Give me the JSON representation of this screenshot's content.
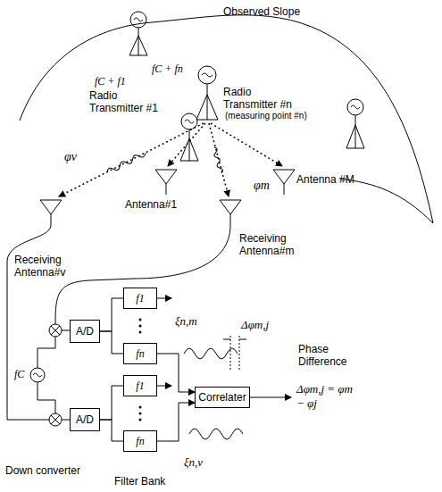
{
  "diagram": {
    "nodes": [
      {
        "text": [
          "A/D"
        ]
      },
      {
        "text": [
          "A/D"
        ]
      },
      {
        "text": [
          "f1"
        ]
      },
      {
        "text": [
          "fn"
        ]
      },
      {
        "text": [
          "f1"
        ]
      },
      {
        "text": [
          "fn"
        ]
      },
      {
        "text": [
          "Correlater"
        ]
      }
    ],
    "edges": [
      {
        "from": 0,
        "to": 2,
        "arrow": "none"
      },
      {
        "from": 0,
        "to": 3,
        "arrow": "none"
      },
      {
        "from": 1,
        "to": 4,
        "arrow": "none"
      },
      {
        "from": 1,
        "to": 5,
        "arrow": "none"
      },
      {
        "from": 3,
        "to": 6,
        "arrow": "to"
      },
      {
        "from": 5,
        "to": 6,
        "arrow": "to"
      }
    ],
    "labels": [
      "Observed Slope",
      "fC + f1",
      "Radio Transmitter #1",
      "fC + fn",
      "Radio Transmitter #n",
      "(measuring point #n)",
      "φv",
      "Antenna #M",
      "Receiving Antenna#v",
      "Antenna#1",
      "φm",
      "Receiving Antenna#m",
      "fC",
      "Down converter",
      "ξn,m",
      "Δφm,j",
      "Phase Difference",
      "Δφm,j = φm − φj",
      "ξn,v",
      "Filter Bank"
    ]
  }
}
